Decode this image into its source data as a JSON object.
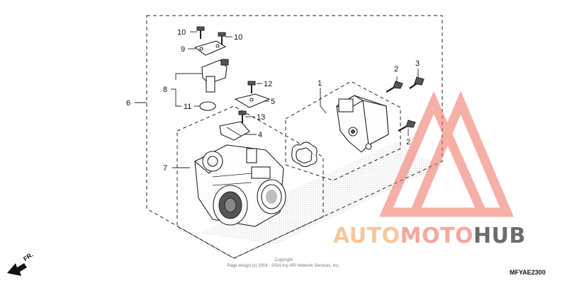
{
  "callouts": {
    "c1": "1",
    "c2a": "2",
    "c2b": "2",
    "c3": "3",
    "c4": "4",
    "c5": "5",
    "c6": "6",
    "c7": "7",
    "c8": "8",
    "c9": "9",
    "c10a": "10",
    "c10b": "10",
    "c11": "11",
    "c12": "12",
    "c13": "13"
  },
  "direction_label": "FR.",
  "copyright_lines": [
    "Copyright",
    "Page design (c) 2004 - 2014 Ary ARI Network Services, Inc."
  ],
  "diagram_code": "MFYAE2300",
  "watermark": {
    "auto": "AUTO",
    "moto": "MOTO",
    "hub": "HUB"
  },
  "colors": {
    "watermark_red": "#f4a89d",
    "watermark_orange": "#f5c79a",
    "watermark_gray": "#6b6b6b"
  }
}
